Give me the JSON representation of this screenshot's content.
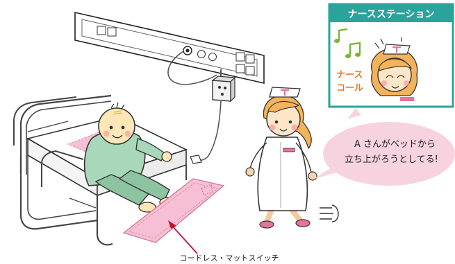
{
  "nurse_station": {
    "title": "ナースステーション",
    "call_label": [
      "ナース",
      "コール"
    ]
  },
  "speech_bubble": {
    "lines": [
      "A さんがベッドから",
      "立ち上がろうとしてる!"
    ]
  },
  "caption": "コードレス・マットスイッチ",
  "colors": {
    "teal": "#2aa39a",
    "speech_pink": "#f7d3e0",
    "mat_pink": "#f6bfd3",
    "patient_shirt": "#a8d8b9",
    "call_orange": "#e8772b",
    "note_green": "#79b33a"
  }
}
